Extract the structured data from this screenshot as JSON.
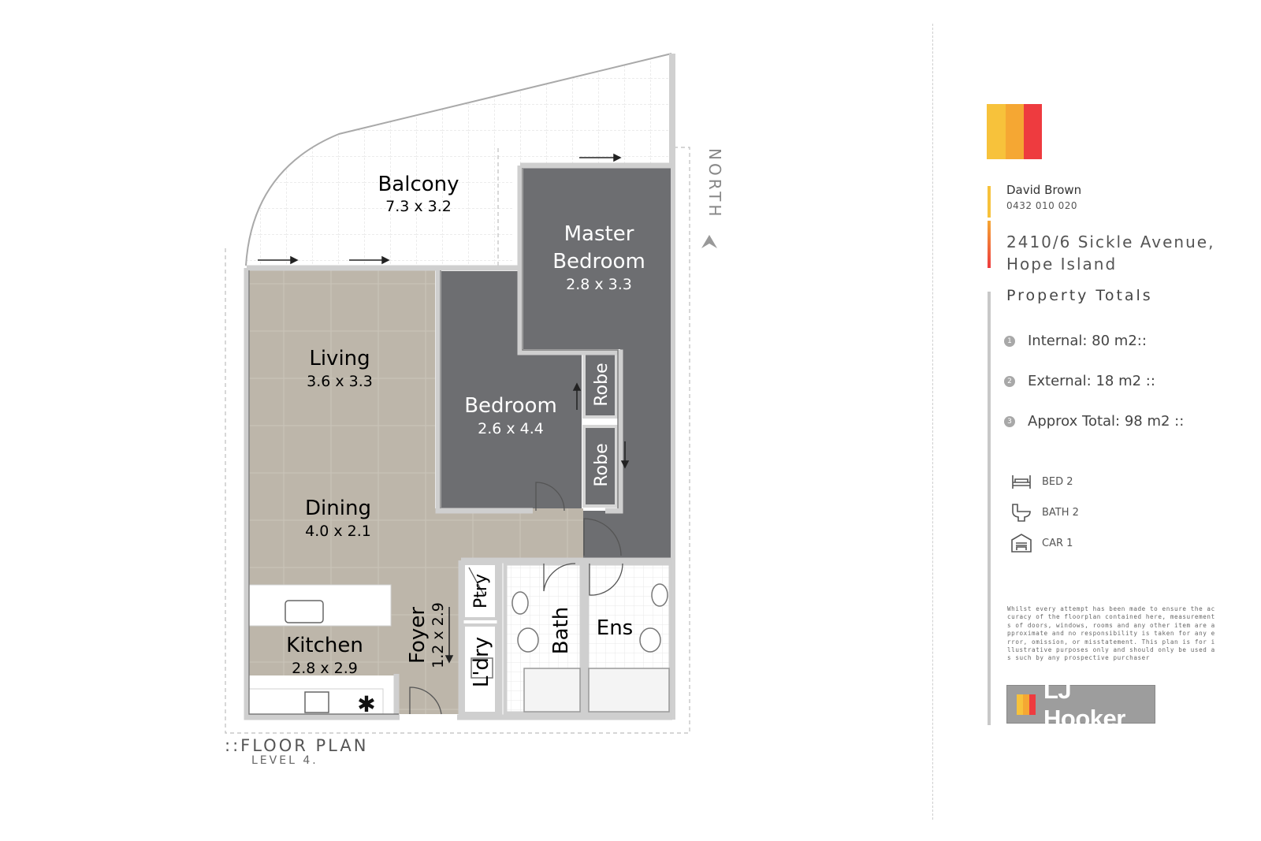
{
  "plan": {
    "rooms": {
      "balcony": {
        "name": "Balcony",
        "dims": "7.3 x 3.2"
      },
      "master": {
        "name1": "Master",
        "name2": "Bedroom",
        "dims": "2.8 x 3.3"
      },
      "living": {
        "name": "Living",
        "dims": "3.6 x 3.3"
      },
      "bedroom": {
        "name": "Bedroom",
        "dims": "2.6 x 4.4"
      },
      "dining": {
        "name": "Dining",
        "dims": "4.0 x 2.1"
      },
      "kitchen": {
        "name": "Kitchen",
        "dims": "2.8 x 2.9"
      },
      "foyer": {
        "name": "Foyer",
        "dims": "1.2 x 2.9"
      },
      "robe1": {
        "name": "Robe"
      },
      "robe2": {
        "name": "Robe"
      },
      "pantry": {
        "name": "Ptry"
      },
      "laundry": {
        "name": "L'dry"
      },
      "bath": {
        "name": "Bath"
      },
      "ensuite": {
        "name": "Ens"
      }
    },
    "north_label": "NORTH",
    "title": "::FLOOR PLAN",
    "subtitle": "LEVEL 4."
  },
  "agent": {
    "name": "David Brown",
    "phone": "0432 010 020"
  },
  "address": {
    "line1": "2410/6 Sickle Avenue,",
    "line2": "Hope Island"
  },
  "totals": {
    "title": "Property Totals",
    "items": [
      {
        "num": "1",
        "label": "Internal: 80 m2::"
      },
      {
        "num": "2",
        "label": "External: 18 m2 ::"
      },
      {
        "num": "3",
        "label": "Approx Total: 98 m2 ::"
      }
    ]
  },
  "features": [
    {
      "icon": "bed-icon",
      "label": "BED 2"
    },
    {
      "icon": "bath-icon",
      "label": "BATH 2"
    },
    {
      "icon": "car-icon",
      "label": "CAR 1"
    }
  ],
  "disclaimer": "Whilst every attempt has been made to ensure the accuracy of the floorplan contained here, measurements of doors, windows, rooms and any other item are approximate and no responsibility is taken for any error, omission, or misstatement. This plan is for illustrative purposes only and should only be used as such by any prospective purchaser",
  "logo": {
    "text": "LJ Hooker"
  },
  "colors": {
    "brand_yellow": "#f7c23b",
    "brand_orange": "#f5a733",
    "brand_red": "#ee3b3f",
    "floor_beige": "#b8b1a5",
    "bedroom_grey": "#6e6f72",
    "wall": "#cfcfcf"
  }
}
